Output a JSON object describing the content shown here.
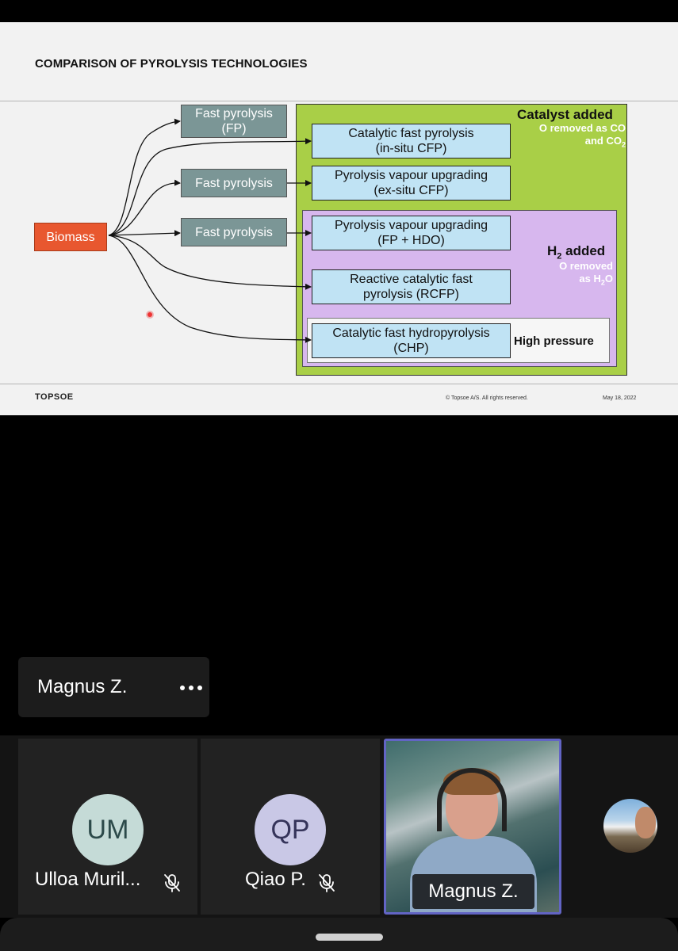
{
  "slide": {
    "title": "COMPARISON OF PYROLYSIS TECHNOLOGIES",
    "footer_brand": "TOPSOE",
    "footer_copyright": "© Topsoe A/S. All rights reserved.",
    "footer_date": "May 18, 2022",
    "nodes": {
      "biomass": "Biomass",
      "fp_top_line1": "Fast pyrolysis",
      "fp_top_line2": "(FP)",
      "fp_mid": "Fast pyrolysis",
      "fp_low": "Fast pyrolysis",
      "cfp_insitu_line1": "Catalytic fast pyrolysis",
      "cfp_insitu_line2": "(in-situ CFP)",
      "cfp_exsitu_line1": "Pyrolysis vapour upgrading",
      "cfp_exsitu_line2": "(ex-situ CFP)",
      "hdo_line1": "Pyrolysis vapour upgrading",
      "hdo_line2": "(FP + HDO)",
      "rcfp_line1": "Reactive catalytic fast",
      "rcfp_line2": "pyrolysis (RCFP)",
      "chp_line1": "Catalytic fast hydropyrolysis",
      "chp_line2": "(CHP)"
    },
    "labels": {
      "catalyst_added": "Catalyst added",
      "o_removed_co_line1": "O removed as CO",
      "o_removed_co_line2_prefix": "and CO",
      "o_removed_co_line2_sub": "2",
      "h2_added_prefix": "H",
      "h2_added_sub": "2",
      "h2_added_suffix": " added",
      "o_removed_h2o_line1": "O removed",
      "o_removed_h2o_line2_prefix": "as H",
      "o_removed_h2o_line2_sub": "2",
      "o_removed_h2o_line2_suffix": "O",
      "high_pressure": "High pressure"
    },
    "colors": {
      "biomass": "#e8572f",
      "gray_box": "#7b9696",
      "blue_box": "#c0e3f4",
      "green_panel": "#a9cf47",
      "purple_panel": "#d7b7ee"
    }
  },
  "speaker": {
    "name": "Magnus Z.",
    "more_icon": "more-dots-icon"
  },
  "participants": [
    {
      "initials": "UM",
      "name": "Ulloa Muril...",
      "muted": true
    },
    {
      "initials": "QP",
      "name": "Qiao P.",
      "muted": true
    },
    {
      "name": "Magnus Z.",
      "video": true,
      "active_speaker": true
    }
  ]
}
